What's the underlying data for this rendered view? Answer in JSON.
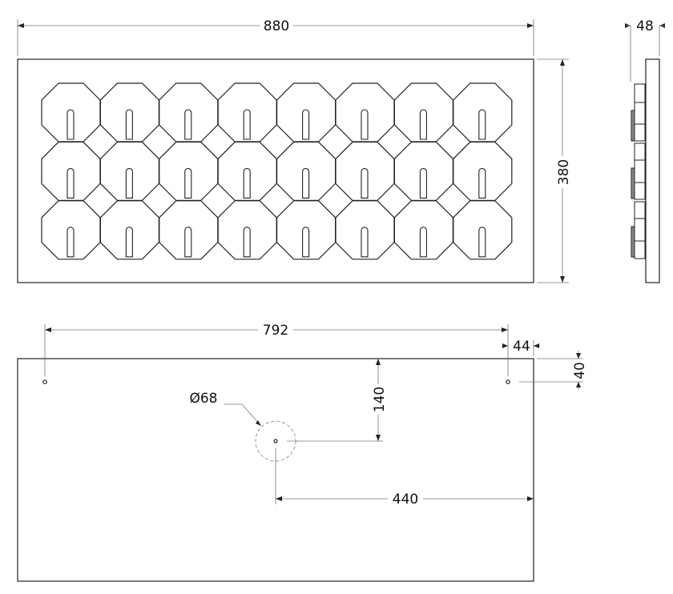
{
  "title": "Panel technical drawing",
  "front_view": {
    "width_label": "880",
    "height_label": "380",
    "rows": 3,
    "columns": 8
  },
  "side_view": {
    "depth_label": "48"
  },
  "back_view": {
    "hole_spacing_label": "792",
    "edge_offset_x_label": "44",
    "edge_offset_y_label": "40",
    "center_offset_y_label": "140",
    "center_offset_x_label": "440",
    "diameter_label": "Ø68"
  },
  "colors": {
    "line": "#222222",
    "dimension": "#777777"
  }
}
